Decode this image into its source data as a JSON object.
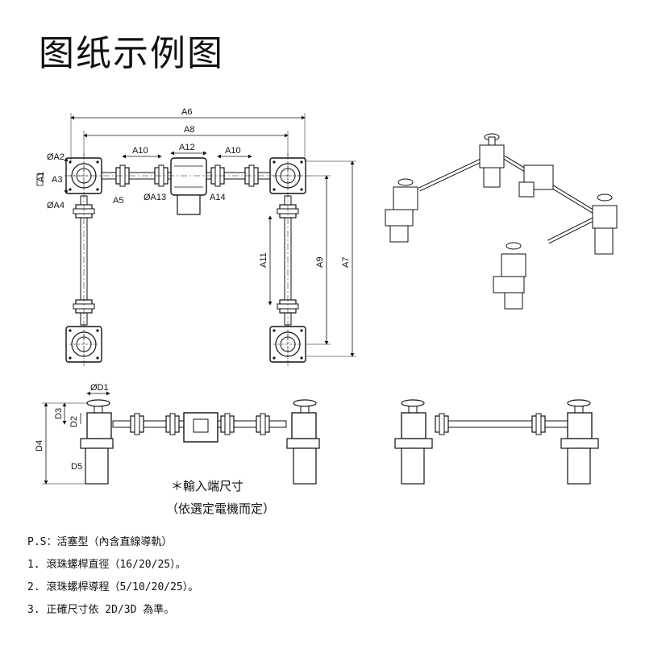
{
  "title": "图纸示例图",
  "dims": {
    "a1": "A1",
    "a2": "ØA2",
    "a3": "A3",
    "a4": "ØA4",
    "a5": "A5",
    "a6": "A6",
    "a7": "A7",
    "a8": "A8",
    "a9": "A9",
    "a10": "A10",
    "a10b": "A10",
    "a11": "A11",
    "a12": "A12",
    "a13": "ØA13",
    "a14": "A14",
    "d1": "ØD1",
    "d2": "D2",
    "d3": "D3",
    "d4": "D4",
    "d5": "D5"
  },
  "input_note": "＊輸入端尺寸",
  "input_note2": "（依選定電機而定）",
  "notes": [
    "P.S：活塞型（內含直線導軌）",
    "1. 滾珠螺桿直徑（16/20/25）。",
    "2. 滾珠螺桿導程（5/10/20/25）。",
    "3. 正確尺寸依 2D/3D 為準。"
  ]
}
